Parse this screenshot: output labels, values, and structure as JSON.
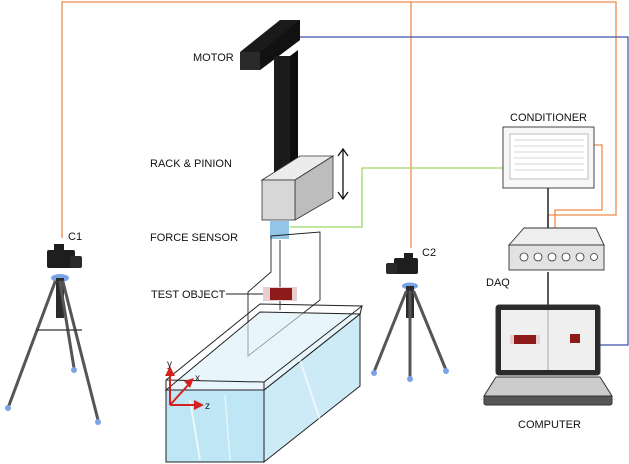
{
  "labels": {
    "motor": "MOTOR",
    "rack_pinion": "RACK & PINION",
    "force_sensor": "FORCE SENSOR",
    "test_object": "TEST OBJECT",
    "camera1": "C1",
    "camera2": "C2",
    "conditioner": "CONDITIONER",
    "daq": "DAQ",
    "computer": "COMPUTER",
    "axis_x": "x",
    "axis_y": "y",
    "axis_z": "z"
  },
  "colors": {
    "camera_cable": "#f08a4b",
    "motor_cable": "#3f4fa8",
    "sensor_cable": "#9bd86a",
    "water": "#bfe6f5",
    "water_edge": "#222222",
    "sensor_block": "#92c5e8",
    "test_object": "#8e1a1a",
    "axes": "#d62020"
  }
}
